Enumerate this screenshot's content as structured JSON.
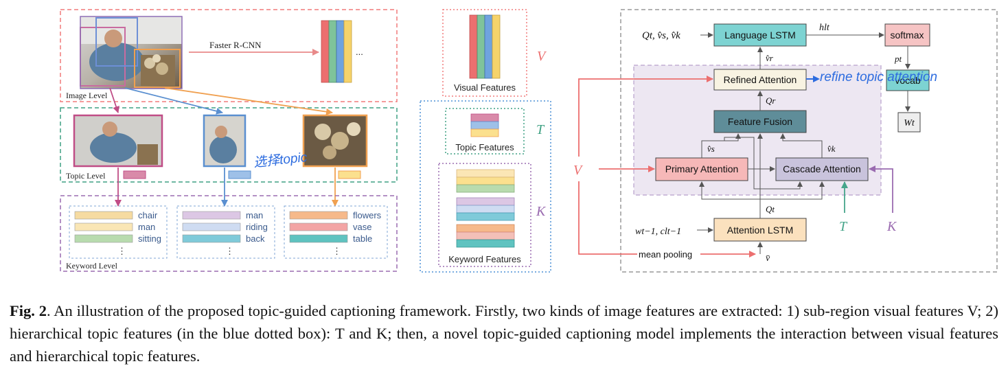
{
  "left_panel": {
    "image_level_label": "Image Level",
    "topic_level_label": "Topic Level",
    "keyword_level_label": "Keyword Level",
    "faster_rcnn_label": "Faster R-CNN",
    "ellipsis": "...",
    "handwritten_note": "选择topic",
    "keyword_groups": [
      {
        "words": [
          "chair",
          "man",
          "sitting"
        ],
        "colors": [
          "#f6dba1",
          "#fae6b5",
          "#b8dbae"
        ]
      },
      {
        "words": [
          "man",
          "riding",
          "back"
        ],
        "colors": [
          "#dcc7e4",
          "#cfdcf2",
          "#7fcad9"
        ]
      },
      {
        "words": [
          "flowers",
          "vase",
          "table"
        ],
        "colors": [
          "#f6b98a",
          "#f3a5a5",
          "#5fc3c0"
        ]
      }
    ],
    "vdots": "⋮"
  },
  "middle_panel": {
    "visual_features_label": "Visual Features",
    "topic_features_label": "Topic Features",
    "keyword_features_label": "Keyword Features",
    "v_symbol": "V",
    "t_symbol": "T",
    "k_symbol": "K"
  },
  "right_panel": {
    "language_lstm": "Language LSTM",
    "softmax": "softmax",
    "vocab": "vocab",
    "refined_attention": "Refined Attention",
    "feature_fusion": "Feature Fusion",
    "primary_attention": "Primary Attention",
    "cascade_attention": "Cascade Attention",
    "attention_lstm": "Attention LSTM",
    "mean_pooling": "mean pooling",
    "input_top": "Qt, v̂s, v̂k",
    "hl_label": "hlt",
    "pt_label": "pt",
    "wt_label": "Wt",
    "vr_label": "v̂r",
    "qr_label": "Qr",
    "vs_label": "v̂s",
    "vk_label": "v̂k",
    "qt_label": "Qt",
    "input_bottom": "wt−1, clt−1",
    "vbar_label": "v̄",
    "v_input": "V",
    "t_input": "T",
    "k_input": "K",
    "handwritten_note": "refine topic attention"
  },
  "caption": {
    "label": "Fig. 2",
    "text": ". An illustration of the proposed topic-guided captioning framework. Firstly, two kinds of image features are extracted: 1) sub-region visual features V; 2) hierarchical topic features (in the blue dotted box): T and K; then, a novel topic-guided captioning model implements the interaction between visual features and hierarchical topic features."
  }
}
